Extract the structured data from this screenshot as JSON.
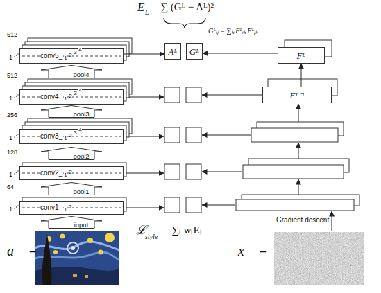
{
  "diagram": {
    "nodes": [
      {
        "text": [
          "conv5_"
        ]
      },
      {
        "text": [
          "Aᴸ"
        ]
      },
      {
        "text": [
          "Gᴸ"
        ]
      },
      {
        "text": [
          "Fᴸ"
        ]
      },
      {
        "text": [
          "pool4"
        ]
      },
      {
        "text": [
          "conv4_"
        ]
      },
      {
        "text": [
          "Fᴸ⁻¹"
        ]
      },
      {
        "text": [
          "pool3"
        ]
      },
      {
        "text": [
          "conv3_"
        ]
      },
      {
        "text": [
          "pool2"
        ]
      },
      {
        "text": [
          "conv2_"
        ]
      },
      {
        "text": [
          "pool1"
        ]
      },
      {
        "text": [
          "conv1_"
        ]
      },
      {
        "text": [
          "input"
        ]
      }
    ],
    "edges": [
      {
        "from": 0,
        "to": 1,
        "arrow": "to"
      },
      {
        "from": 3,
        "to": 2,
        "arrow": "to"
      },
      {
        "from": 6,
        "to": 3,
        "arrow": "to"
      }
    ],
    "labels": [
      "E",
      "L",
      "= ∑ (Gᴸ − Aᴸ)²",
      "Gᴸᵢⱼ = ∑ₖ Fᴸᵢₖ Fᴸⱼₖ.",
      "512",
      "1",
      "1",
      "2",
      "3",
      "4",
      "512",
      "1",
      "1",
      "2",
      "3",
      "4",
      "256",
      "1",
      "1",
      "2",
      "3",
      "4",
      "128",
      "1",
      "1",
      "2",
      "64",
      "1",
      "1",
      "2",
      "ℒ",
      "style",
      "= ∑ₗ wₗEₗ",
      "a⃗ =",
      "x⃗ =",
      "Gradient descent"
    ]
  }
}
